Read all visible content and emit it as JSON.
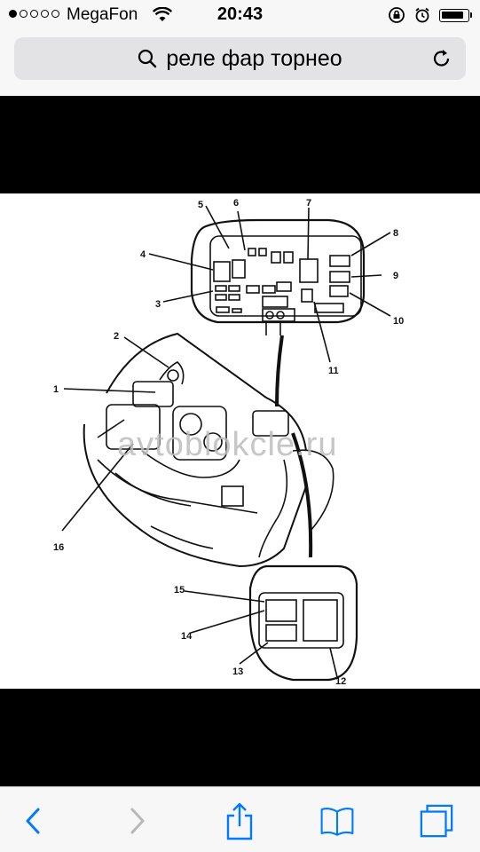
{
  "status_bar": {
    "carrier": "MegaFon",
    "time": "20:43",
    "signal_dots_filled": 1,
    "signal_dots_total": 5,
    "battery_level": 0.85
  },
  "address_bar": {
    "query": "реле фар торнео"
  },
  "image": {
    "watermark": "avtoblokcle.ru",
    "callouts": [
      "1",
      "2",
      "3",
      "4",
      "5",
      "6",
      "7",
      "8",
      "9",
      "10",
      "11",
      "12",
      "13",
      "14",
      "15",
      "16"
    ]
  },
  "colors": {
    "accent": "#007aff",
    "disabled": "#b8b8b8",
    "chrome_bg": "#f7f7f7",
    "addr_bg": "#e3e3e5"
  },
  "icons": {
    "back": "chevron-left-icon",
    "forward": "chevron-right-icon",
    "share": "share-icon",
    "bookmarks": "book-icon",
    "tabs": "tabs-icon"
  }
}
